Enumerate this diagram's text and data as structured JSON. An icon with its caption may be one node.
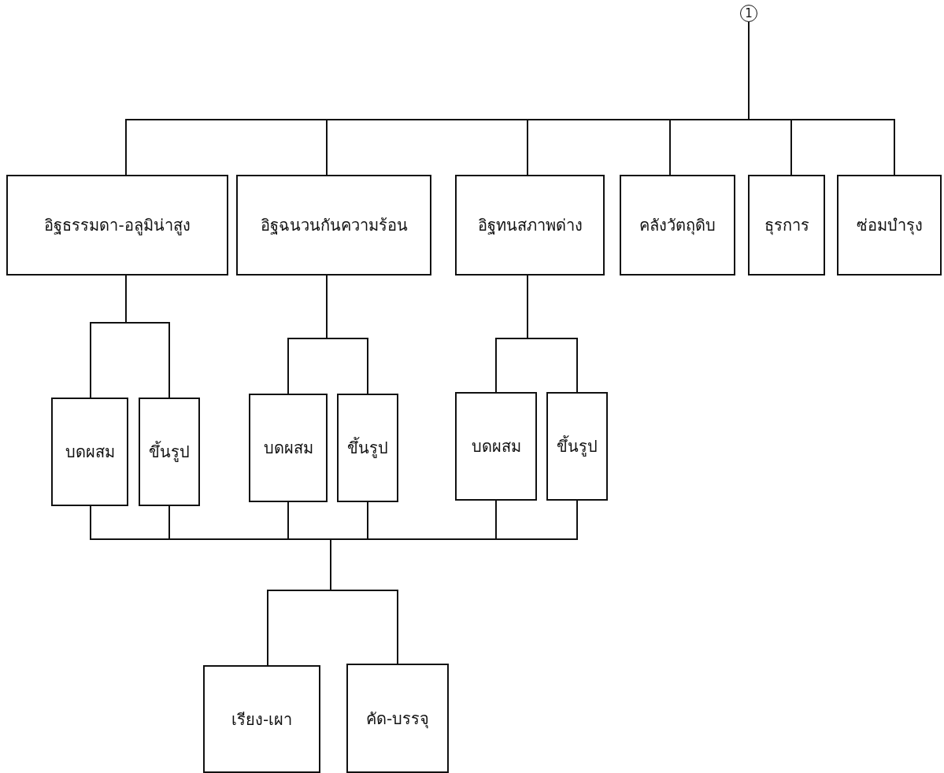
{
  "diagram": {
    "nodes": [
      {
        "text": [
          "1"
        ]
      },
      {
        "text": [
          "อิฐธรรมดา-อลูมิน่าสูง"
        ]
      },
      {
        "text": [
          "อิฐฉนวนกันความร้อน"
        ]
      },
      {
        "text": [
          "อิฐทนสภาพด่าง"
        ]
      },
      {
        "text": [
          "คลังวัตถุดิบ"
        ]
      },
      {
        "text": [
          "ธุรการ"
        ]
      },
      {
        "text": [
          "ซ่อมบำรุง"
        ]
      },
      {
        "text": [
          "บดผสม"
        ]
      },
      {
        "text": [
          "ขึ้นรูป"
        ]
      },
      {
        "text": [
          "บดผสม"
        ]
      },
      {
        "text": [
          "ขึ้นรูป"
        ]
      },
      {
        "text": [
          "บดผสม"
        ]
      },
      {
        "text": [
          "ขึ้นรูป"
        ]
      },
      {
        "text": [
          "เรียง-เผา"
        ]
      },
      {
        "text": [
          "คัด-บรรจุ"
        ]
      }
    ],
    "edges": [
      {
        "from": 0,
        "to": 1,
        "arrow": "none"
      },
      {
        "from": 0,
        "to": 2,
        "arrow": "none"
      },
      {
        "from": 0,
        "to": 3,
        "arrow": "none"
      },
      {
        "from": 0,
        "to": 4,
        "arrow": "none"
      },
      {
        "from": 0,
        "to": 5,
        "arrow": "none"
      },
      {
        "from": 0,
        "to": 6,
        "arrow": "none"
      },
      {
        "from": 1,
        "to": 7,
        "arrow": "none"
      },
      {
        "from": 1,
        "to": 8,
        "arrow": "none"
      },
      {
        "from": 2,
        "to": 9,
        "arrow": "none"
      },
      {
        "from": 2,
        "to": 10,
        "arrow": "none"
      },
      {
        "from": 3,
        "to": 11,
        "arrow": "none"
      },
      {
        "from": 3,
        "to": 12,
        "arrow": "none"
      },
      {
        "from": 7,
        "to": 13,
        "arrow": "none"
      },
      {
        "from": 7,
        "to": 14,
        "arrow": "none"
      },
      {
        "from": 8,
        "to": 13,
        "arrow": "none"
      },
      {
        "from": 8,
        "to": 14,
        "arrow": "none"
      },
      {
        "from": 9,
        "to": 13,
        "arrow": "none"
      },
      {
        "from": 9,
        "to": 14,
        "arrow": "none"
      },
      {
        "from": 10,
        "to": 13,
        "arrow": "none"
      },
      {
        "from": 10,
        "to": 14,
        "arrow": "none"
      },
      {
        "from": 11,
        "to": 13,
        "arrow": "none"
      },
      {
        "from": 11,
        "to": 14,
        "arrow": "none"
      },
      {
        "from": 12,
        "to": 13,
        "arrow": "none"
      },
      {
        "from": 12,
        "to": 14,
        "arrow": "none"
      }
    ]
  }
}
